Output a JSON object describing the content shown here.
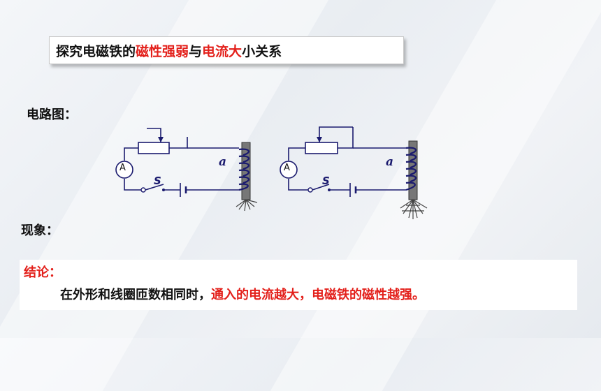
{
  "title": {
    "parts": [
      {
        "text": "探究电磁铁的",
        "color": "#111111"
      },
      {
        "text": "磁性强弱",
        "color": "#e3201b"
      },
      {
        "text": "与",
        "color": "#111111"
      },
      {
        "text": "电流大",
        "color": "#e3201b"
      },
      {
        "text": "小",
        "color": "#111111"
      },
      {
        "text": "关系",
        "color": "#111111"
      }
    ]
  },
  "circuit_label": "电路图：",
  "phenomenon_label": "现象：",
  "diagrams": [
    {
      "ammeter": "A",
      "switch": "S",
      "coil": "a"
    },
    {
      "ammeter": "A",
      "switch": "S",
      "coil": "a"
    }
  ],
  "conclusion": {
    "heading": "结论：",
    "text_black": "在外形和线圈匝数相同时，",
    "text_red": "通入的电流越大，电磁铁的磁性越强。"
  }
}
